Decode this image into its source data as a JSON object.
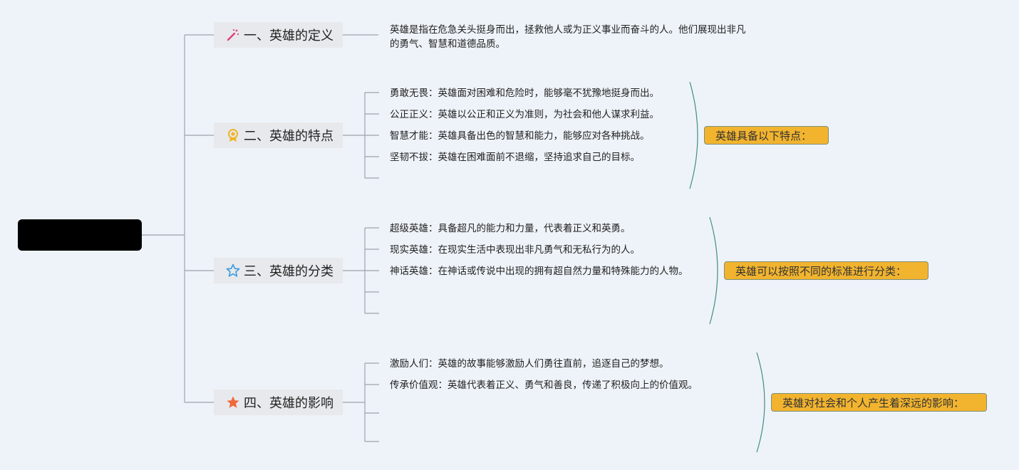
{
  "root": {
    "label": ""
  },
  "branches": [
    {
      "label": "一、英雄的定义",
      "icon": "magic-wand-icon",
      "leaves": [
        "英雄是指在危急关头挺身而出，拯救他人或为正义事业而奋斗的人。他们展现出非凡的勇气、智慧和道德品质。"
      ]
    },
    {
      "label": "二、英雄的特点",
      "icon": "award-medal-icon",
      "leaves": [
        "勇敢无畏：英雄面对困难和危险时，能够毫不犹豫地挺身而出。",
        "公正正义：英雄以公正和正义为准则，为社会和他人谋求利益。",
        "智慧才能：英雄具备出色的智慧和能力，能够应对各种挑战。",
        "坚韧不拔：英雄在困难面前不退缩，坚持追求自己的目标。"
      ],
      "summary": "英雄具备以下特点："
    },
    {
      "label": "三、英雄的分类",
      "icon": "star-outline-icon",
      "leaves": [
        "超级英雄：具备超凡的能力和力量，代表着正义和英勇。",
        "现实英雄：在现实生活中表现出非凡勇气和无私行为的人。",
        "神话英雄：在神话或传说中出现的拥有超自然力量和特殊能力的人物。"
      ],
      "summary": "英雄可以按照不同的标准进行分类："
    },
    {
      "label": "四、英雄的影响",
      "icon": "star-filled-icon",
      "leaves": [
        "激励人们：英雄的故事能够激励人们勇往直前，追逐自己的梦想。",
        "传承价值观：英雄代表着正义、勇气和善良，传递了积极向上的价值观。"
      ],
      "summary": "英雄对社会和个人产生着深远的影响："
    }
  ],
  "colors": {
    "background": "#eef3f9",
    "connector": "#9aa3ad",
    "summary_fill": "#f2b42f",
    "summary_brace": "#3f8f7f",
    "icon_wand": "#e0407a",
    "icon_award": "#f0b429",
    "icon_star_outline": "#3a9be0",
    "icon_star_filled": "#ee6a3c"
  }
}
